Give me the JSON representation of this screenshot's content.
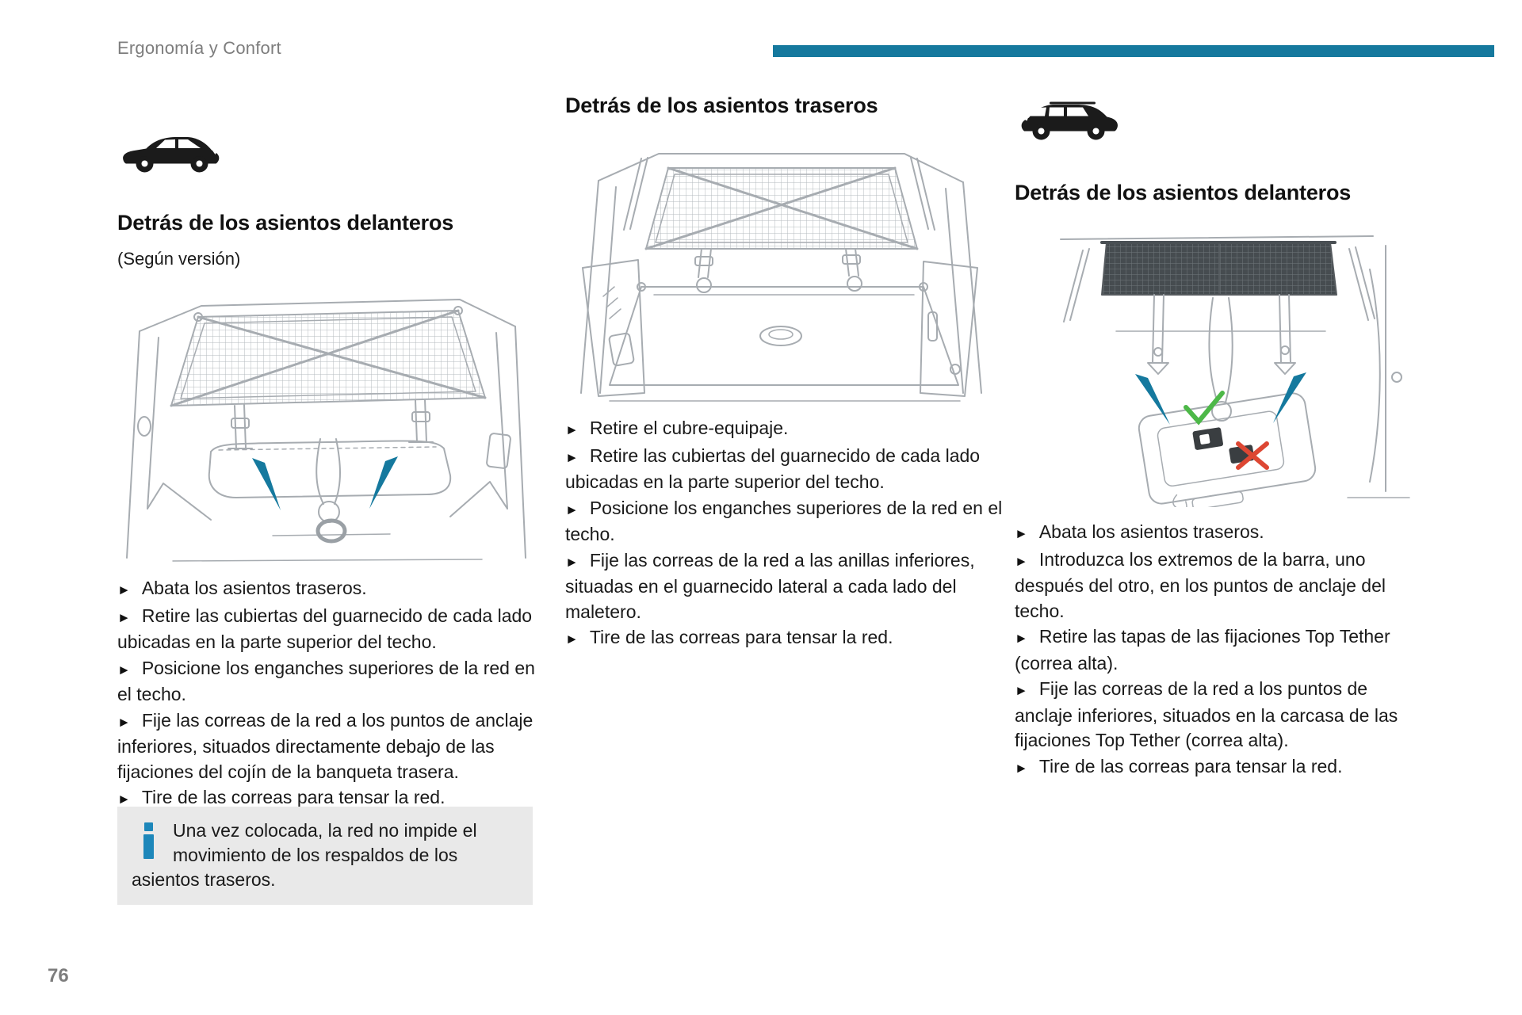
{
  "page": {
    "header": "Ergonomía y Confort",
    "page_number": "76"
  },
  "bullet_marker": "►",
  "colors": {
    "accent_teal": "#15799E",
    "info_blue": "#1D87BA",
    "check_green": "#4DB848",
    "cross_red": "#DD4733",
    "header_gray": "#7D7D7D",
    "info_box_bg": "#E9E9E9"
  },
  "icons": {
    "left_car": "car-suv-side-icon",
    "right_car": "car-wagon-side-icon",
    "info": "info-icon",
    "bullet": "arrow-right-bullet-icon",
    "illustration_left": "cargo-net-behind-front-seats-illustration",
    "illustration_middle": "cargo-net-behind-rear-seats-illustration",
    "illustration_right": "cargo-net-top-tether-illustration"
  },
  "columns": {
    "left": {
      "title": "Detrás de los asientos delanteros",
      "subtitle": "(Según versión)",
      "bullets": [
        "Abata los asientos traseros.",
        "Retire las cubiertas del guarnecido de cada lado ubicadas en la parte superior del techo.",
        "Posicione los enganches superiores de la red en el techo.",
        "Fije las correas de la red a los puntos de anclaje inferiores, situados directamente debajo de las fijaciones del cojín de la banqueta trasera.",
        "Tire de las correas para tensar la red."
      ],
      "info_note": "Una vez colocada, la red no impide el movimiento de los respaldos de los asientos traseros."
    },
    "middle": {
      "title": "Detrás de los asientos traseros",
      "bullets": [
        "Retire el cubre-equipaje.",
        "Retire las cubiertas del guarnecido de cada lado ubicadas en la parte superior del techo.",
        "Posicione los enganches superiores de la red en el techo.",
        "Fije las correas de la red a las anillas inferiores, situadas en el guarnecido lateral a cada lado del maletero.",
        "Tire de las correas para tensar la red."
      ]
    },
    "right": {
      "title": "Detrás de los asientos delanteros",
      "bullets": [
        "Abata los asientos traseros.",
        "Introduzca los extremos de la barra, uno después del otro, en los puntos de anclaje del techo.",
        "Retire las tapas de las fijaciones Top Tether (correa alta).",
        "Fije las correas de la red a los puntos de anclaje inferiores, situados en la carcasa de las fijaciones Top Tether (correa alta).",
        "Tire de las correas para tensar la red."
      ]
    }
  }
}
